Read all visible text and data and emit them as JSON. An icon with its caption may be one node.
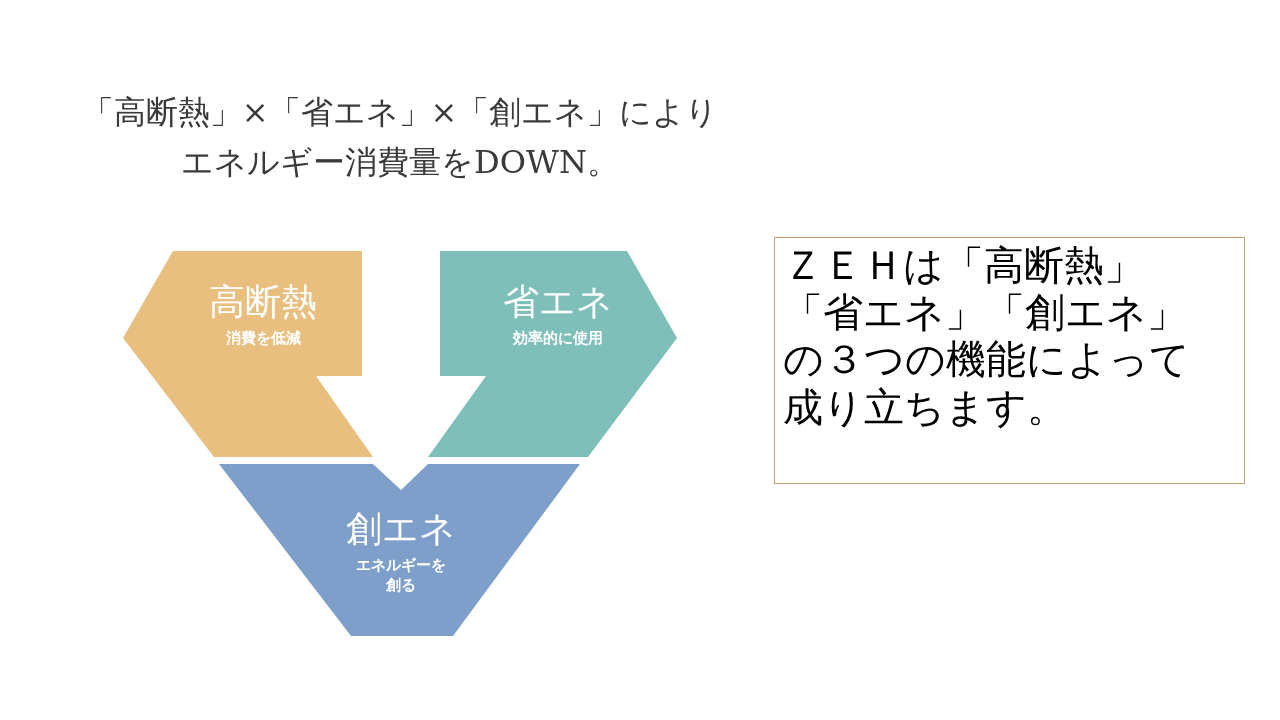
{
  "diagram": {
    "title": "「高断熱」×「省エネ」×「創エネ」によりエネルギー消費量をDOWN。",
    "nodes": [
      {
        "text": [
          "高断熱",
          "消費を低減"
        ]
      },
      {
        "text": [
          "省エネ",
          "効率的に使用"
        ]
      },
      {
        "text": [
          "創エネ",
          "エネルギーを創る"
        ]
      },
      {
        "text": [
          "ＺＥＨは「高断熱」「省エネ」「創エネ」の３つの機能によって成り立ちます。"
        ]
      }
    ]
  }
}
